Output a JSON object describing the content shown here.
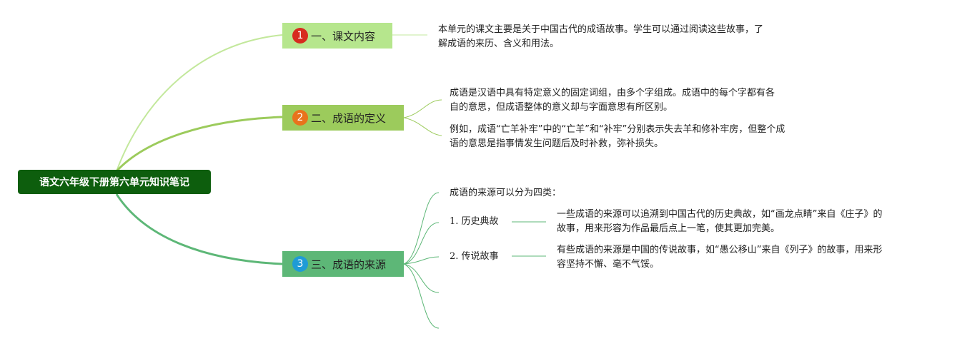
{
  "root": {
    "label": "语文六年级下册第六单元知识笔记"
  },
  "branches": [
    {
      "number": "1",
      "label": "一、课文内容",
      "color": "#b6e68d",
      "badge_color": "#d72b1f",
      "text": [
        "本单元的课文主要是关于中国古代的成语故事。学生可以通过阅读这些故事，了",
        "解成语的来历、含义和用法。"
      ]
    },
    {
      "number": "2",
      "label": "二、成语的定义",
      "color": "#9ccb5c",
      "badge_color": "#e8731c",
      "notes": [
        [
          "成语是汉语中具有特定意义的固定词组，由多个字组成。成语中的每个字都有各",
          "自的意思，但成语整体的意义却与字面意思有所区别。"
        ],
        [
          "例如，成语“亡羊补牢”中的“亡羊”和“补牢”分别表示失去羊和修补牢房，但整个成",
          "语的意思是指事情发生问题后及时补救，弥补损失。"
        ]
      ]
    },
    {
      "number": "3",
      "label": "三、成语的来源",
      "color": "#5db777",
      "badge_color": "#1f9bd6",
      "intro": "成语的来源可以分为四类：",
      "categories": [
        {
          "label": "1. 历史典故",
          "text": [
            "一些成语的来源可以追溯到中国古代的历史典故，如“画龙点睛”来自《庄子》的",
            "故事，用来形容为作品最后点上一笔，使其更加完美。"
          ]
        },
        {
          "label": "2. 传说故事",
          "text": [
            "有些成语的来源是中国的传说故事，如“愚公移山”来自《列子》的故事，用来形",
            "容坚持不懈、毫不气馁。"
          ]
        }
      ]
    }
  ],
  "colors": {
    "root": "#0d5e0d",
    "root_text": "#ffffff"
  }
}
